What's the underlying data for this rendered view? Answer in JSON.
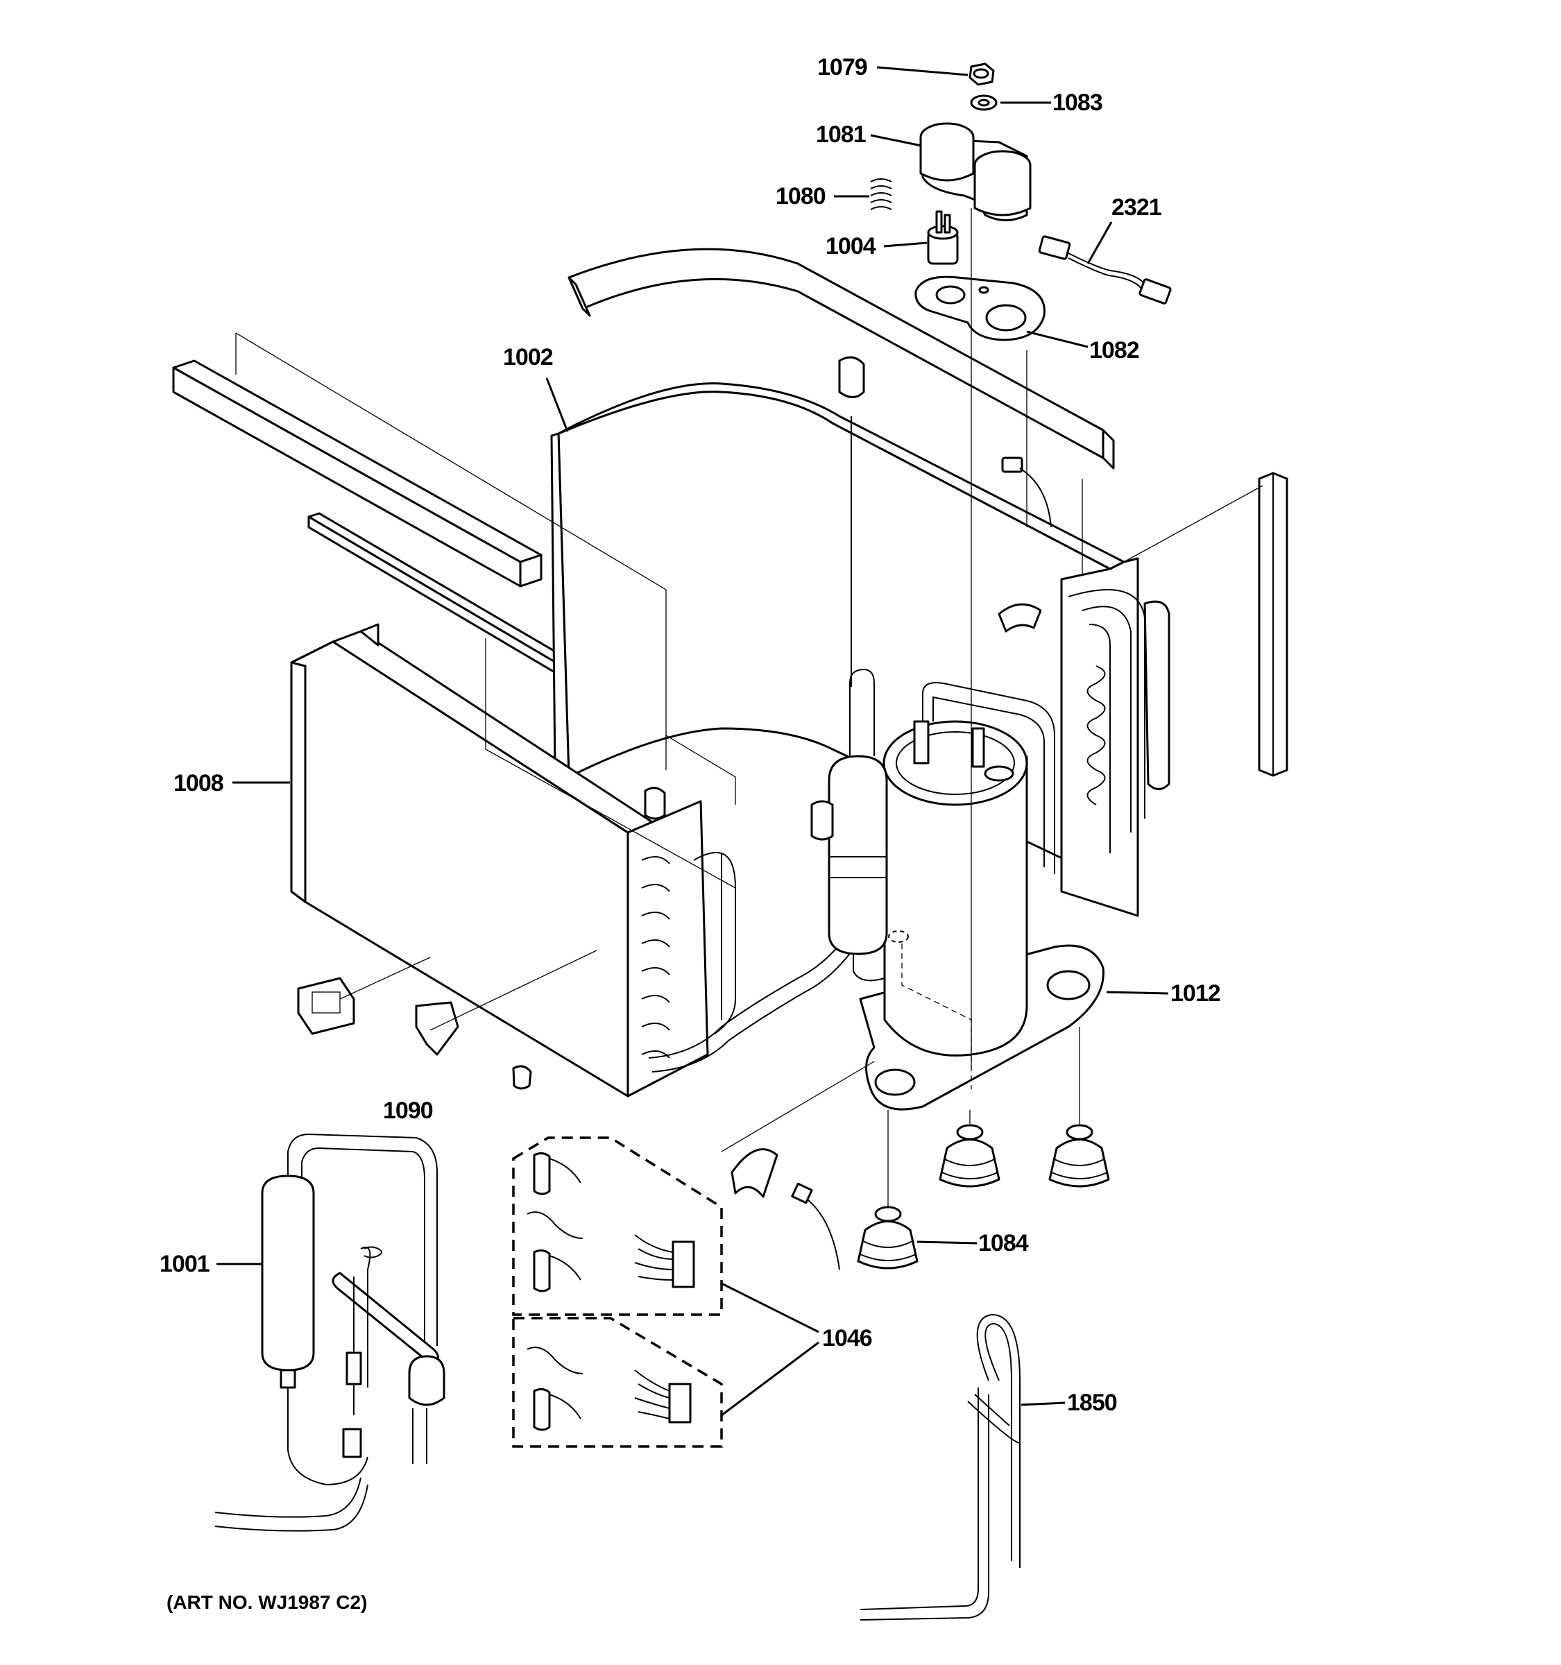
{
  "art_number": "(ART NO. WJ1987 C2)",
  "callouts": {
    "c1079": "1079",
    "c1083": "1083",
    "c1081": "1081",
    "c1080": "1080",
    "c2321": "2321",
    "c1004": "1004",
    "c1082": "1082",
    "c1002": "1002",
    "c1008": "1008",
    "c1012": "1012",
    "c1090": "1090",
    "c1001": "1001",
    "c1084": "1084",
    "c1046": "1046",
    "c1850": "1850"
  }
}
